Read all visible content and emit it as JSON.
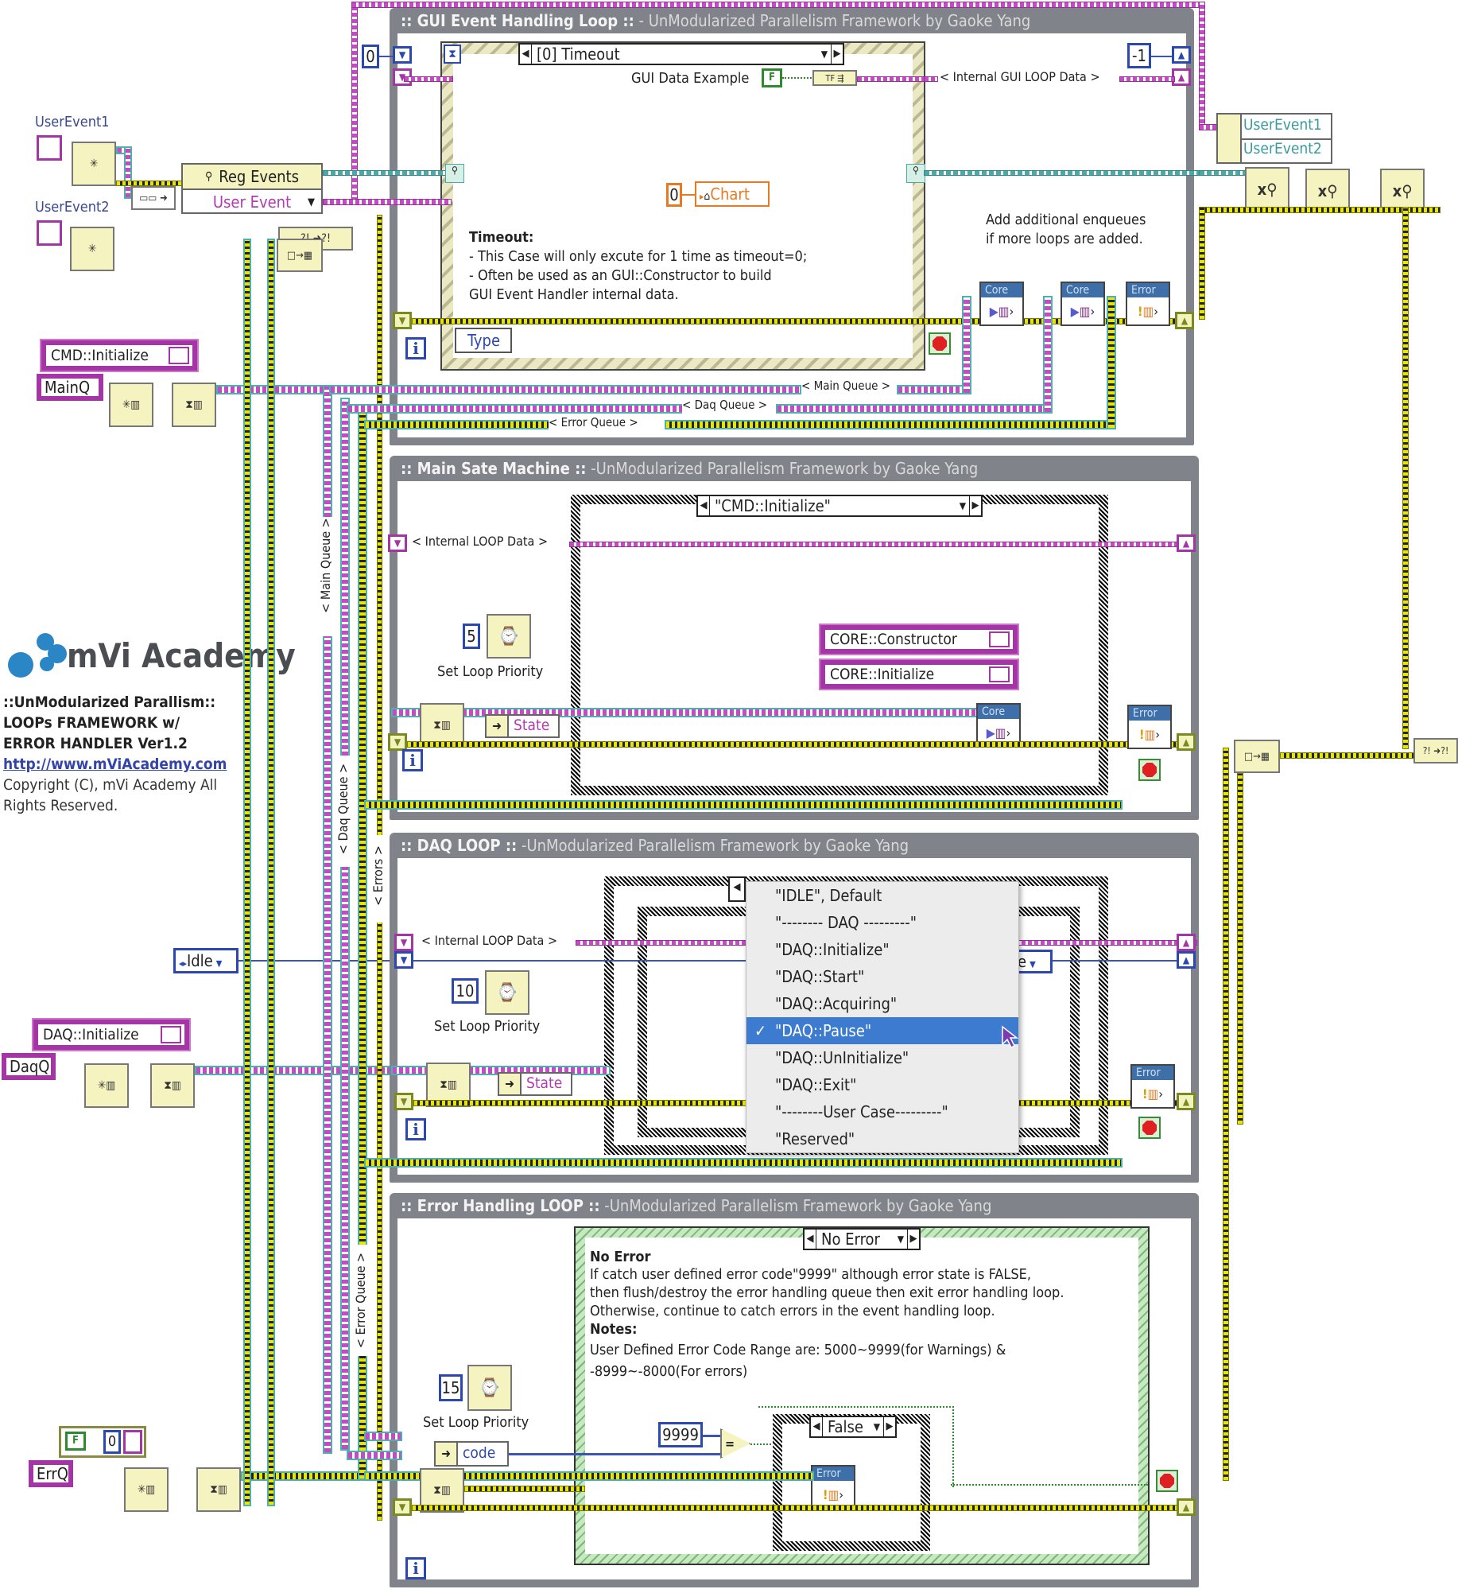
{
  "left_panel": {
    "user_event_1_label": "UserEvent1",
    "user_event_2_label": "UserEvent2",
    "reg_events_title": "Reg Events",
    "reg_events_item": "User Event",
    "main_queue_msg": "CMD::Initialize",
    "main_queue_name": "MainQ",
    "daq_queue_msg": "DAQ::Initialize",
    "daq_queue_name": "DaqQ",
    "err_queue_name": "ErrQ",
    "err_cluster_status": "F",
    "err_cluster_code": "0",
    "idle_enum": "Idle",
    "logo_text": "mVi Academy",
    "info_lines": [
      "::UnModularized Parallism::",
      "LOOPs FRAMEWORK w/",
      "ERROR HANDLER Ver1.2"
    ],
    "link": "http://www.mViAcademy.com",
    "copyright_lines": [
      "Copyright (C), mVi Academy All",
      "Rights Reserved."
    ],
    "vertical_labels": {
      "main_queue": "< Main Queue >",
      "daq_queue": "< Daq Queue >",
      "errors": "< Errors >",
      "error_queue": "< Error Queue >"
    }
  },
  "gui_loop": {
    "title_a": ":: GUI Event Handling Loop ::",
    "title_b": " - UnModularized Parallelism Framework by Gaoke Yang",
    "timeout_const": "0",
    "minus_one_const": "-1",
    "event_case": "[0] Timeout",
    "gui_data_label": "GUI Data Example",
    "gui_data_bool": "F",
    "internal_data_label": "< Internal GUI LOOP Data >",
    "chart_const": "0",
    "chart_property": "Chart",
    "note_title": "Timeout:",
    "note_lines": [
      "- This Case will only excute for 1 time as timeout=0;",
      "- Often be used as an  GUI::Constructor to build",
      "GUI Event Handler internal data."
    ],
    "enqueue_note_lines": [
      "Add additional enqueues",
      "if more loops are added."
    ],
    "type_label": "Type",
    "enqueue_1": "Core",
    "enqueue_2": "Core",
    "error_vi": "Error",
    "main_queue_label": "< Main Queue >",
    "daq_queue_label": "< Daq Queue >",
    "error_queue_label": "< Error Queue >"
  },
  "right_panel": {
    "unbundle_items": [
      "UserEvent1",
      "UserEvent2"
    ]
  },
  "main_loop": {
    "title_a": ":: Main Sate Machine ::",
    "title_b": " -UnModularized Parallelism Framework by Gaoke Yang",
    "case_selector": "\"CMD::Initialize\"",
    "internal_data_label": "< Internal LOOP Data >",
    "priority_const": "5",
    "priority_label": "Set Loop Priority",
    "state_label": "State",
    "array_items": [
      "CORE::Constructor",
      "CORE::Initialize"
    ],
    "enqueue": "Core",
    "error_vi": "Error"
  },
  "daq_loop": {
    "title_a": ":: DAQ LOOP ::",
    "title_b": " -UnModularized Parallelism Framework by Gaoke Yang",
    "internal_data_label": "< Internal LOOP Data >",
    "priority_const": "10",
    "priority_label": "Set Loop Priority",
    "state_label": "State",
    "inner_enum_partial": "le",
    "error_vi": "Error",
    "case_menu": {
      "items": [
        "\"IDLE\", Default",
        "\"-------- DAQ ---------\"",
        "\"DAQ::Initialize\"",
        "\"DAQ::Start\"",
        "\"DAQ::Acquiring\"",
        "\"DAQ::Pause\"",
        "\"DAQ::UnInitialize\"",
        "\"DAQ::Exit\"",
        "\"--------User Case---------\"",
        "\"Reserved\""
      ],
      "selected_index": 5,
      "check_glyph": "✓"
    }
  },
  "error_loop": {
    "title_a": ":: Error Handling LOOP ::",
    "title_b": " -UnModularized Parallelism Framework by Gaoke Yang",
    "case_selector": "No Error",
    "note_title": "No Error",
    "note_lines": [
      "If catch user defined error code\"9999\" although error state is FALSE,",
      "then flush/destroy the error handling queue then  exit error handling loop.",
      "Otherwise, continue to catch errors in the event handling loop."
    ],
    "notes_title": "Notes:",
    "notes_lines": [
      "User Defined Error Code Range are: 5000~9999(for Warnings) &",
      "-8999~-8000(For errors)"
    ],
    "priority_const": "15",
    "priority_label": "Set Loop Priority",
    "code_label": "code",
    "compare_const": "9999",
    "equal_symbol": "=",
    "inner_case": "False",
    "error_vi": "Error"
  },
  "colors": {
    "loop_frame": "#808389",
    "wire_error": "#e6e600",
    "wire_refnum": "#c34bc3",
    "wire_event": "#4aa8a8",
    "wire_enum": "#3a55b5",
    "menu_selected": "#3c7bd0",
    "logo_blue": "#2b86c5"
  }
}
